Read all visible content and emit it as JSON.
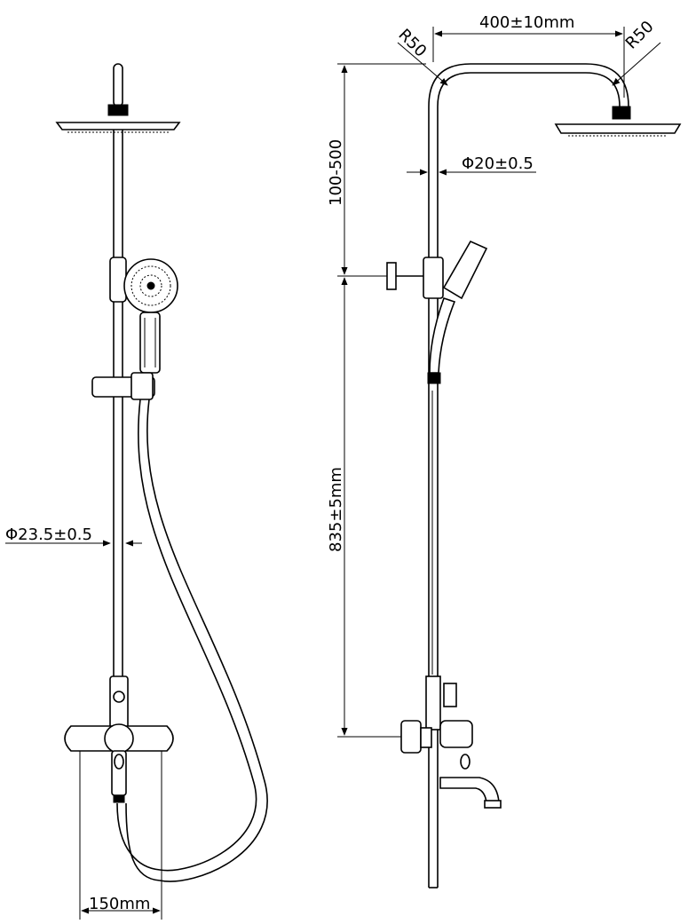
{
  "dimensions": {
    "arm_length": "400±10mm",
    "radius_left": "R50",
    "radius_right": "R50",
    "pipe_diameter_upper": "Φ20±0.5",
    "height_adjust": "100-500",
    "pipe_length": "835±5mm",
    "pipe_diameter_lower": "Φ23.5±0.5",
    "spacing": "150mm"
  },
  "colors": {
    "line": "#000000",
    "background": "#ffffff"
  }
}
